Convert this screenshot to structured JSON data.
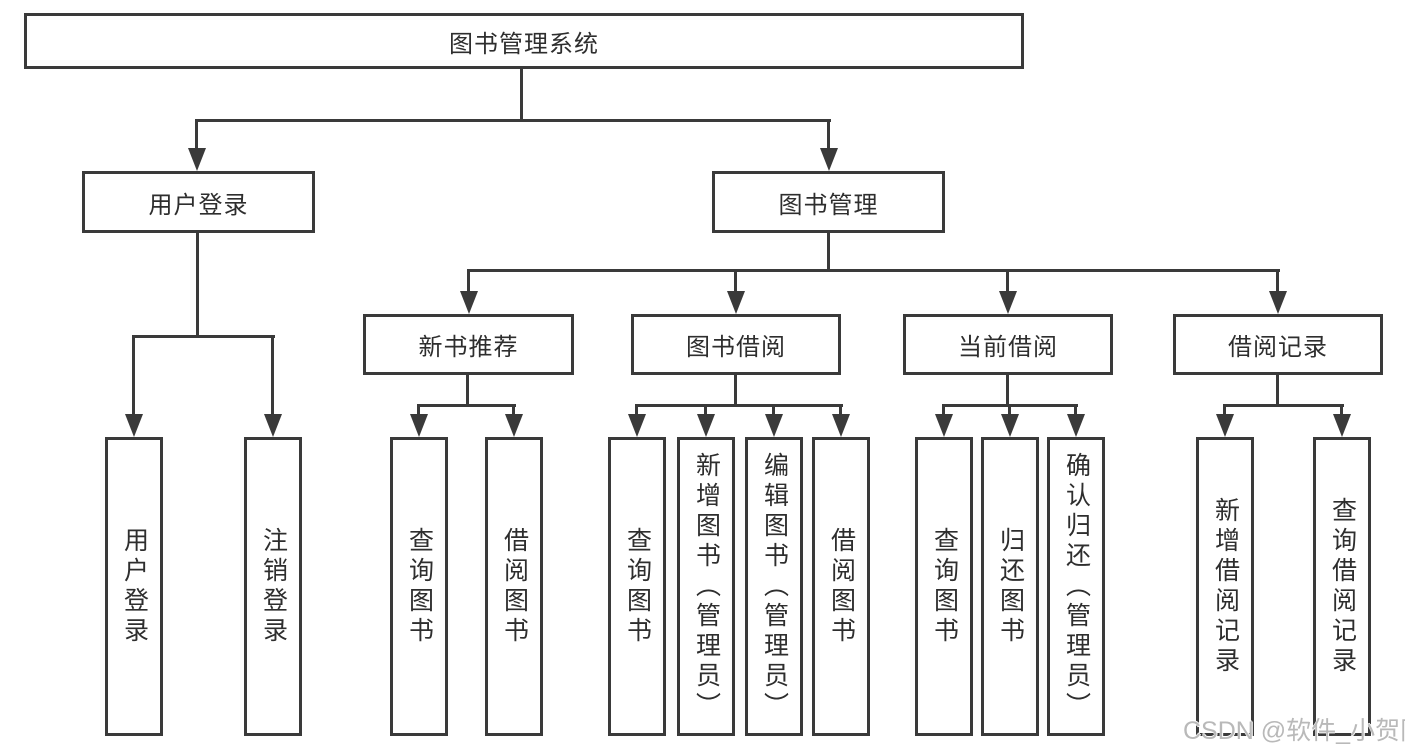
{
  "diagram": {
    "title": "图书管理系统",
    "branches": [
      {
        "label": "用户登录",
        "children": [
          {
            "label": "用户登录"
          },
          {
            "label": "注销登录"
          }
        ]
      },
      {
        "label": "图书管理",
        "children": [
          {
            "label": "新书推荐",
            "children": [
              {
                "label": "查询图书"
              },
              {
                "label": "借阅图书"
              }
            ]
          },
          {
            "label": "图书借阅",
            "children": [
              {
                "label": "查询图书"
              },
              {
                "label": "新增图书（管理员）"
              },
              {
                "label": "编辑图书（管理员）"
              },
              {
                "label": "借阅图书"
              }
            ]
          },
          {
            "label": "当前借阅",
            "children": [
              {
                "label": "查询图书"
              },
              {
                "label": "归还图书"
              },
              {
                "label": "确认归还（管理员）"
              }
            ]
          },
          {
            "label": "借阅记录",
            "children": [
              {
                "label": "新增借阅记录"
              },
              {
                "label": "查询借阅记录"
              }
            ]
          }
        ]
      }
    ]
  },
  "watermark": {
    "text": "CSDN @软件_小贺同学",
    "color": "#b9b9b9"
  },
  "colors": {
    "line": "#3a3a3a",
    "text": "#2e2e2e",
    "background": "#ffffff"
  }
}
